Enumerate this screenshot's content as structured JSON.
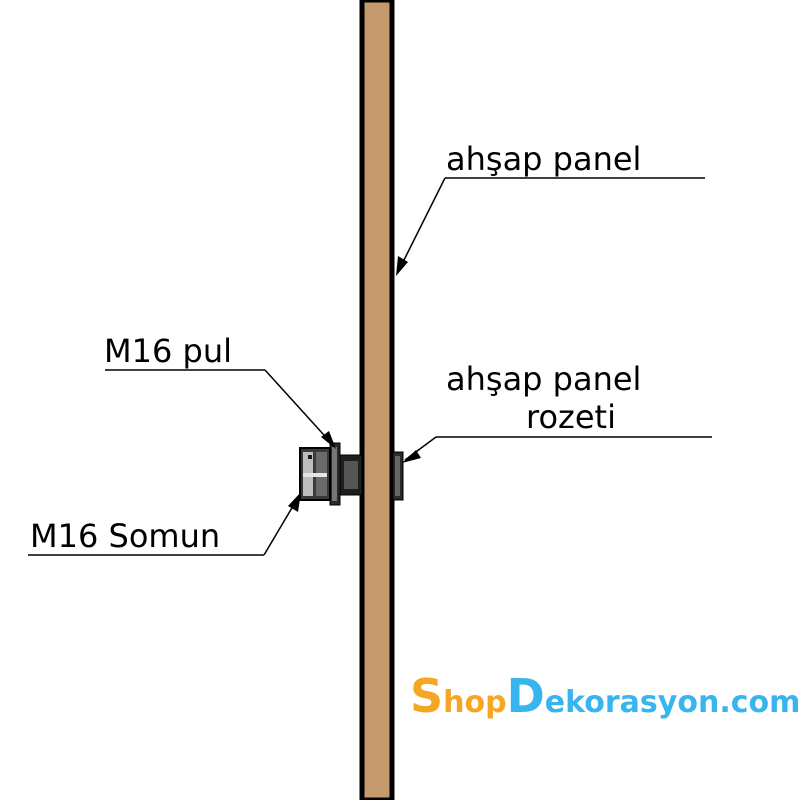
{
  "labels": {
    "panel": "ahşap panel",
    "washer": "M16 pul",
    "rosette_line1": "ahşap panel",
    "rosette_line2": "rozeti",
    "nut": "M16 Somun"
  },
  "watermark": {
    "part1_initial": "S",
    "part1_rest": "hop",
    "part2_initial": "D",
    "part2_rest": "ekorasyon",
    "part3": ".com",
    "colors": {
      "orange": "#f5a623",
      "blue": "#38b4ee"
    }
  },
  "colors": {
    "panel_wood": "#c49a6c",
    "outline": "#000000",
    "hardware_gray": "#707070",
    "hardware_dark": "#303030",
    "hardware_light": "#c8c8c8"
  }
}
